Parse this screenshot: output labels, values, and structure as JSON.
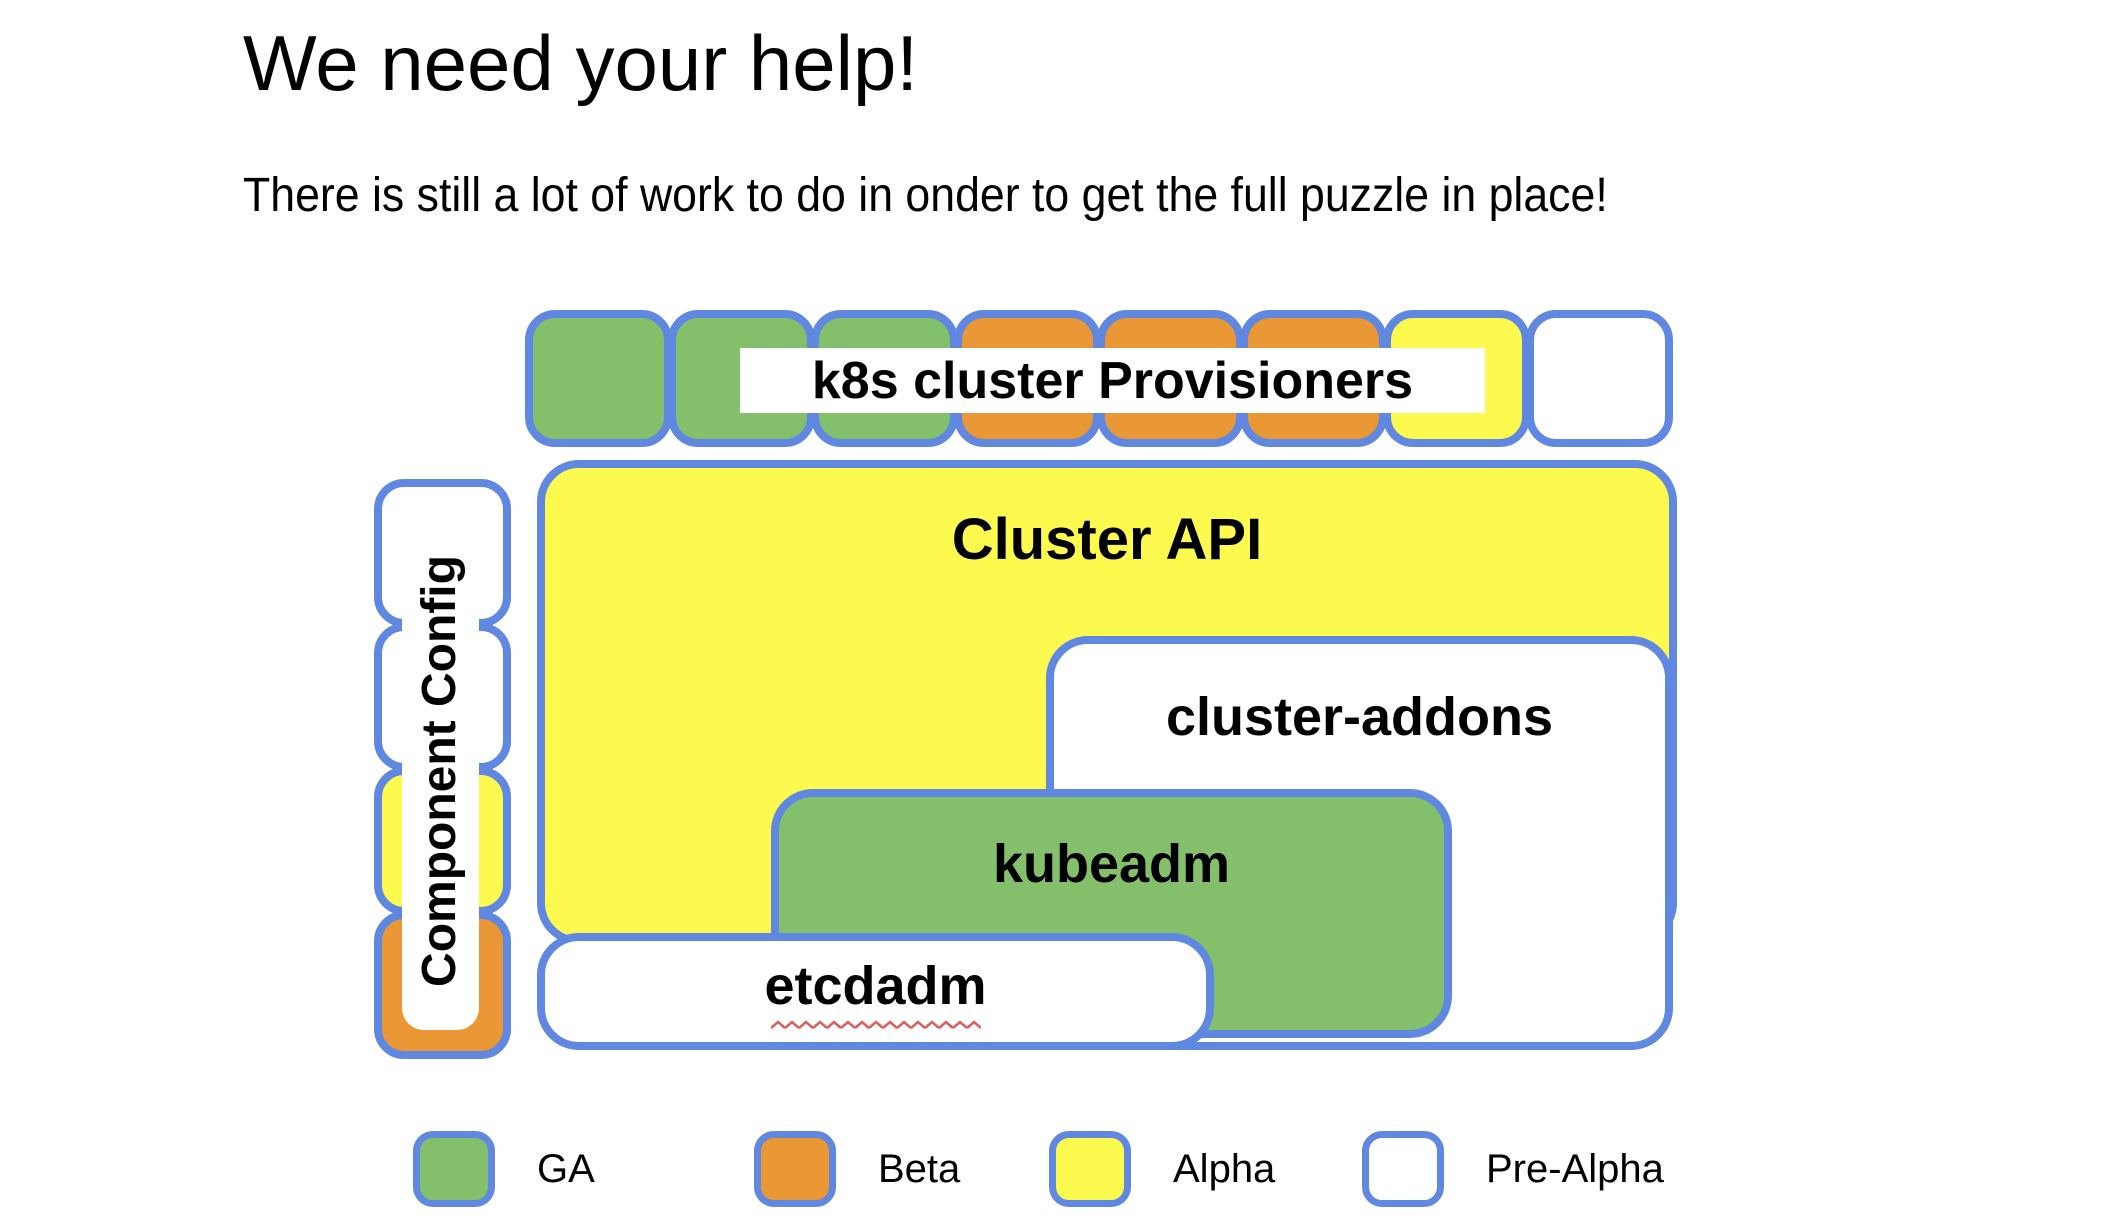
{
  "slide": {
    "title": "We need your help!",
    "subtitle": "There is still a lot of work to do in onder to get the full puzzle in place!"
  },
  "status_colors": {
    "ga": "#84c06c",
    "beta": "#ea9735",
    "alpha": "#fdfa4f",
    "pre-alpha": "#ffffff",
    "border_blue": "#6088e0",
    "spellcheck_red": "#e05c5c"
  },
  "puzzle": {
    "provisioners_row": {
      "label": "k8s cluster Provisioners",
      "pieces": [
        "ga",
        "ga",
        "ga",
        "beta",
        "beta",
        "beta",
        "alpha",
        "pre-alpha"
      ]
    },
    "component_config": {
      "label": "Component Config",
      "pieces": [
        "pre-alpha",
        "pre-alpha",
        "alpha",
        "beta"
      ]
    },
    "blocks": {
      "cluster_api": {
        "label": "Cluster API",
        "status": "alpha"
      },
      "cluster_addons": {
        "label": "cluster-addons",
        "status": "pre-alpha"
      },
      "kubeadm": {
        "label": "kubeadm",
        "status": "ga"
      },
      "etcdadm": {
        "label": "etcdadm",
        "status": "pre-alpha",
        "spellcheck_underline": true
      }
    }
  },
  "legend": {
    "items": [
      {
        "label": "GA",
        "status": "ga"
      },
      {
        "label": "Beta",
        "status": "beta"
      },
      {
        "label": "Alpha",
        "status": "alpha"
      },
      {
        "label": "Pre-Alpha",
        "status": "pre-alpha"
      }
    ]
  }
}
